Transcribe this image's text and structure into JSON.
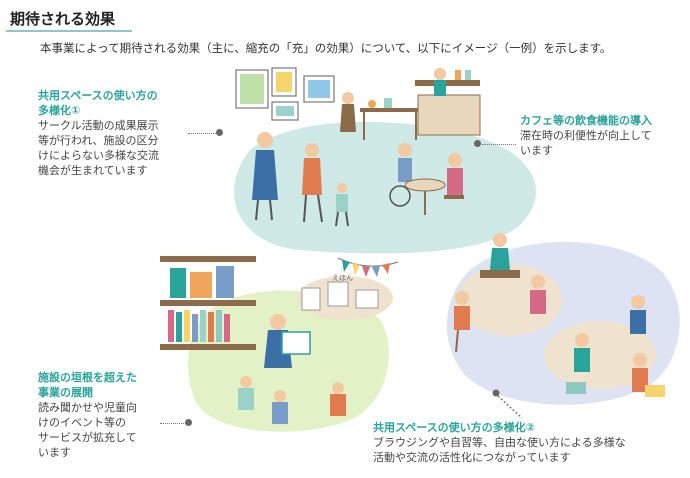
{
  "title": "期待される効果",
  "intro": "本事業によって期待される効果（主に、縮充の「充」の効果）について、以下にイメージ（一例）を示します。",
  "captions": {
    "shared1": {
      "heading_line1": "共用スペースの使い方の",
      "heading_line2": "多様化①",
      "body": [
        "サークル活動の成果展示",
        "等が行われ、施設の区分",
        "けによらない多様な交流",
        "機会が生まれています"
      ]
    },
    "cafe": {
      "heading": "カフェ等の飲食機能の導入",
      "body": [
        "滞在時の利便性が向上して",
        "います"
      ]
    },
    "facility": {
      "heading_line1": "施設の垣根を超えた",
      "heading_line2": "事業の展開",
      "body": [
        "読み聞かせや児童向",
        "けのイベント等の",
        "サービスが拡充して",
        "います"
      ]
    },
    "shared2": {
      "heading": "共用スペースの使い方の多様化②",
      "body": [
        "ブラウジングや自習等、自由な使い方による多様な",
        "活動や交流の活性化につながっています"
      ]
    }
  },
  "colors": {
    "accent": "#2aa39a",
    "blob_teal": "#cfe9e7",
    "blob_green": "#e3f1c6",
    "blob_blue": "#dde3f3",
    "floor_tan": "#efe3cf"
  },
  "illustration": {
    "book_label": "えほん"
  }
}
